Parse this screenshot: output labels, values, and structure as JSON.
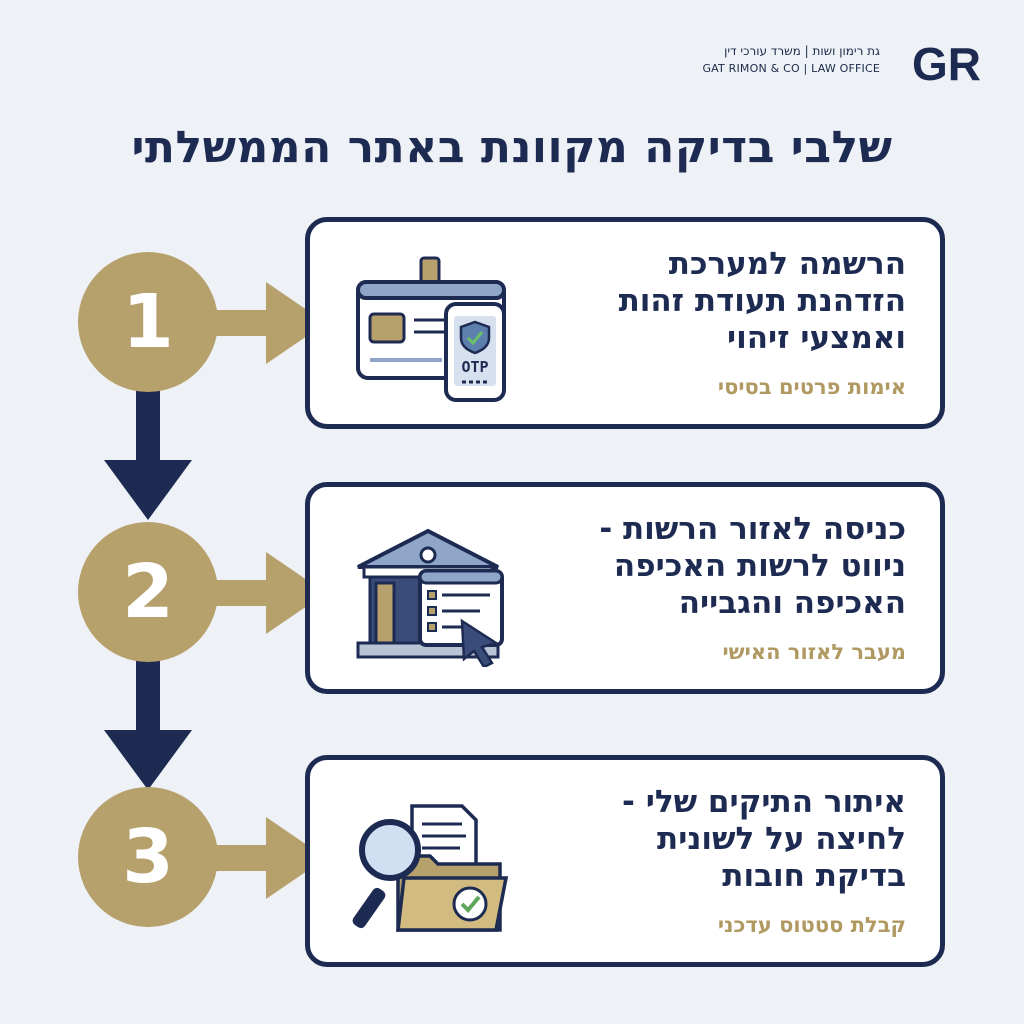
{
  "header": {
    "firm_name_he": "גת רימון ושות | משרד עורכי דין",
    "firm_name_en": "GAT RIMON & CO | LAW OFFICE",
    "logo_text": "GR"
  },
  "title": "שלבי בדיקה מקוונת באתר הממשלתי",
  "steps": [
    {
      "number": "1",
      "title": "הרשמה למערכת\nהזדהנת תעודת זהות\nואמצעי זיהוי",
      "subtitle": "אימות פרטים בסיסי",
      "icon": "id-card-otp-phone-icon",
      "icon_text": "OTP"
    },
    {
      "number": "2",
      "title": "כניסה לאזור הרשות -\nניווט לרשות האכיפה\nהאכיפה והגבייה",
      "subtitle": "מעבר לאזור האישי",
      "icon": "government-building-browser-icon"
    },
    {
      "number": "3",
      "title": "איתור התיקים שלי -\nלחיצה על לשונית\nבדיקת חובות",
      "subtitle": "קבלת סטטוס עדכני",
      "icon": "magnifier-folder-check-icon"
    }
  ],
  "colors": {
    "navy": "#1d2b52",
    "gold": "#b6a06c",
    "gold_text": "#b19a62",
    "background": "#eef1f6"
  }
}
